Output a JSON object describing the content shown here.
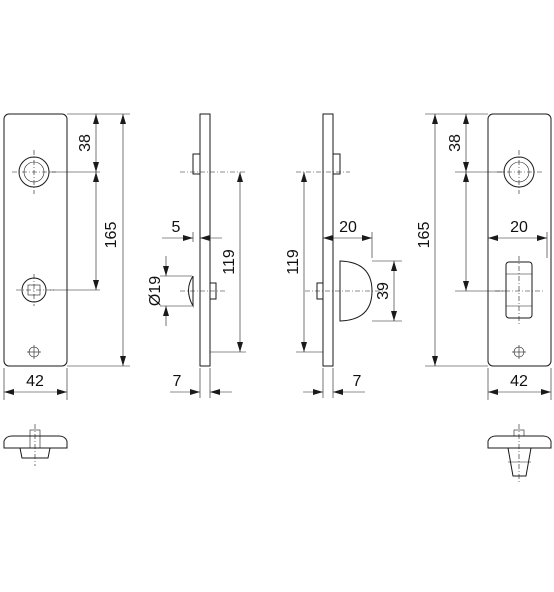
{
  "dimensions": {
    "v1_hole_offset": "38",
    "v1_length": "165",
    "v1_width": "42",
    "v2_projection": "5",
    "v2_diameter": "Ø19",
    "v2_hole_spacing": "119",
    "v2_thickness": "7",
    "v3_hole_spacing": "119",
    "v3_knob_depth": "20",
    "v3_knob_height": "39",
    "v3_thickness": "7",
    "v4_hole_offset": "38",
    "v4_length": "165",
    "v4_knob_depth": "20",
    "v4_width": "42"
  }
}
